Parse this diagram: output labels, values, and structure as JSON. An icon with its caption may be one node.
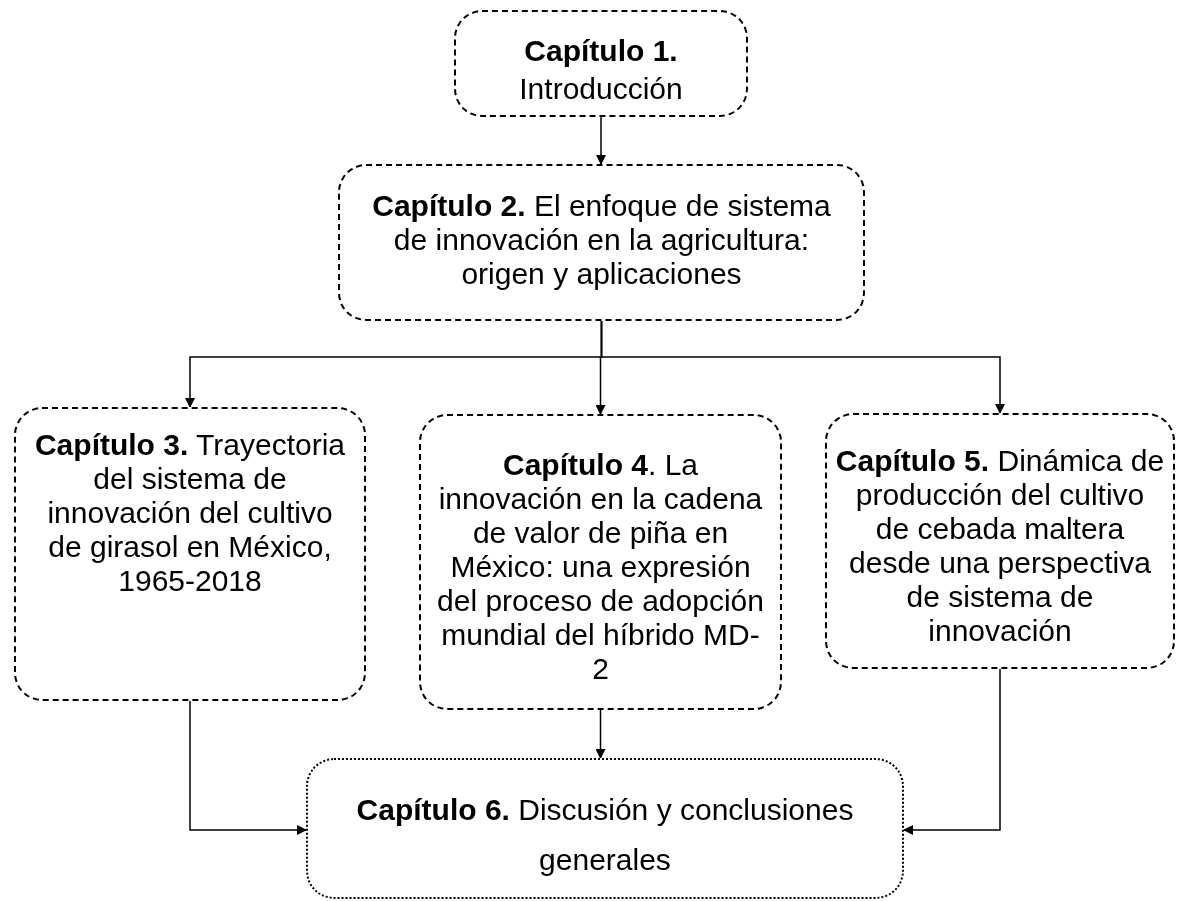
{
  "diagram": {
    "nodes": [
      {
        "text": [
          "Capítulo 1.",
          "Introducción"
        ]
      },
      {
        "text": [
          "**Capítulo 2.** El enfoque de sistema de innovación en la agricultura: origen y aplicaciones"
        ]
      },
      {
        "text": [
          "**Capítulo 3.** Trayectoria del sistema de innovación del cultivo de girasol en México, 1965-2018"
        ]
      },
      {
        "text": [
          "**Capítulo 4**. La innovación en la cadena de valor de piña en México: una expresión del proceso de adopción mundial del híbrido MD-2"
        ]
      },
      {
        "text": [
          "**Capítulo 5.** Dinámica de producción del cultivo de cebada maltera desde una perspectiva de sistema de innovación"
        ]
      },
      {
        "text": [
          "**Capítulo 6.** Discusión y conclusiones generales"
        ]
      }
    ],
    "edges": [
      {
        "from": 0,
        "to": 1,
        "arrow": "to"
      },
      {
        "from": 1,
        "to": 2,
        "arrow": "to"
      },
      {
        "from": 1,
        "to": 3,
        "arrow": "to"
      },
      {
        "from": 1,
        "to": 4,
        "arrow": "to"
      },
      {
        "from": 3,
        "to": 5,
        "arrow": "to"
      },
      {
        "from": 2,
        "to": 5,
        "arrow": "to"
      },
      {
        "from": 4,
        "to": 5,
        "arrow": "to"
      }
    ]
  }
}
